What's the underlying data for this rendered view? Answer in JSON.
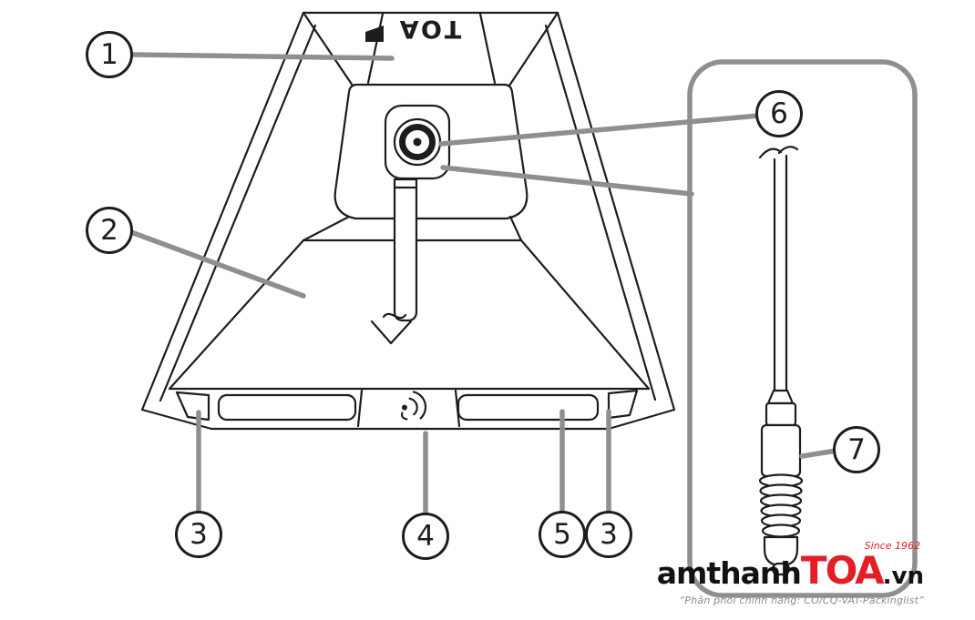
{
  "diagram": {
    "device_top_label": "TOA",
    "callouts": [
      {
        "label": "1"
      },
      {
        "label": "2"
      },
      {
        "label": "3"
      },
      {
        "label": "4"
      },
      {
        "label": "5"
      },
      {
        "label": "3"
      },
      {
        "label": "6"
      },
      {
        "label": "7"
      }
    ]
  },
  "watermark": {
    "since": "Since 1962",
    "brand_prefix": "amthanh",
    "brand_core": "TOA",
    "brand_suffix": ".vn",
    "tagline": "“Phân phối chính hãng: CO/CQ-VAT-Packinglist”"
  },
  "colors": {
    "line_black": "#1d1d1b",
    "leader_gray": "#8f8f8f",
    "brand_red": "#e31e25",
    "tagline_gray": "#8a8a8a",
    "background": "#ffffff"
  }
}
